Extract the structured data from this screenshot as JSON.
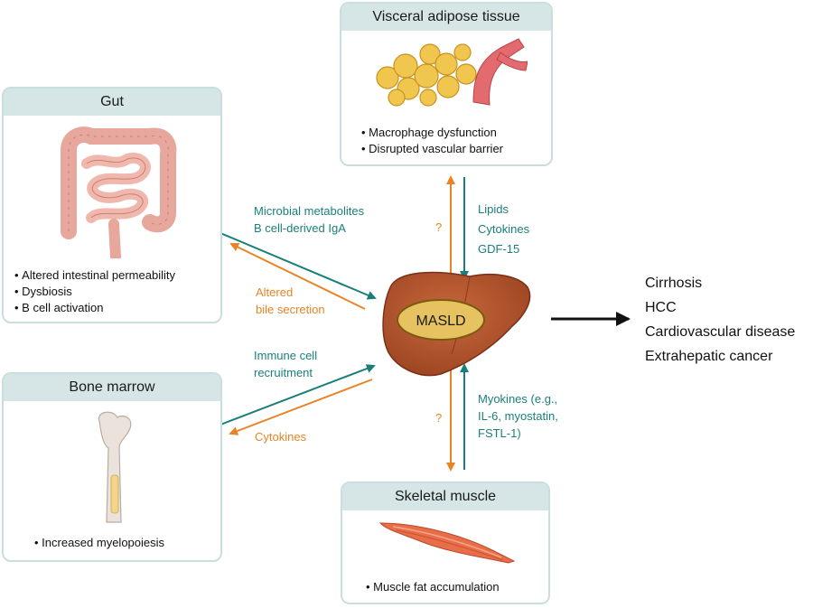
{
  "center": {
    "label": "MASLD"
  },
  "panels": {
    "visceral": {
      "title": "Visceral adipose tissue",
      "bullets": [
        "Macrophage dysfunction",
        "Disrupted vascular barrier"
      ]
    },
    "gut": {
      "title": "Gut",
      "bullets": [
        "Altered intestinal permeability",
        "Dysbiosis",
        "B cell activation"
      ]
    },
    "bone": {
      "title": "Bone marrow",
      "bullets": [
        "Increased myelopoiesis"
      ]
    },
    "muscle": {
      "title": "Skeletal muscle",
      "bullets": [
        "Muscle fat accumulation"
      ]
    }
  },
  "arrows": {
    "gut_to_liver": [
      "Microbial metabolites",
      "B cell-derived IgA"
    ],
    "liver_to_gut": [
      "Altered",
      "bile secretion"
    ],
    "bone_to_liver": [
      "Immune cell",
      "recruitment"
    ],
    "liver_to_bone": [
      "Cytokines"
    ],
    "visceral_to_liver": [
      "Lipids",
      "Cytokines",
      "GDF-15"
    ],
    "liver_to_visceral": [
      "?"
    ],
    "muscle_to_liver": [
      "Myokines (e.g.,",
      "IL-6, myostatin,",
      "FSTL-1)"
    ],
    "liver_to_muscle": [
      "?"
    ]
  },
  "outcomes": [
    "Cirrhosis",
    "HCC",
    "Cardiovascular disease",
    "Extrahepatic cancer"
  ],
  "colors": {
    "teal": "#1a7f7a",
    "orange": "#e88426",
    "panel_header": "#d6e6e6",
    "liver": "#b5562e",
    "masld_fill": "#e6c260"
  }
}
